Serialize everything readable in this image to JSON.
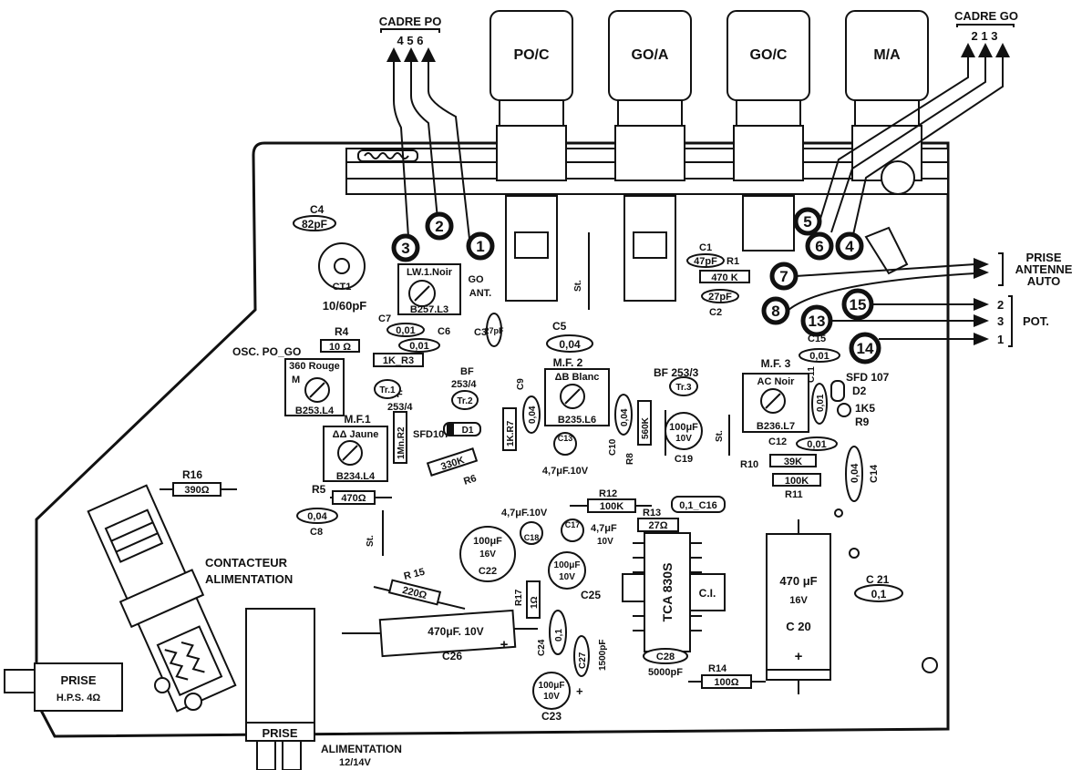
{
  "buttons": [
    {
      "id": "poc",
      "label": "PO/C"
    },
    {
      "id": "goa",
      "label": "GO/A"
    },
    {
      "id": "goc",
      "label": "GO/C"
    },
    {
      "id": "ma",
      "label": "M/A"
    }
  ],
  "cadre_po": {
    "title": "CADRE PO",
    "pins": "4 5 6"
  },
  "cadre_go": {
    "title": "CADRE GO",
    "pins": "2 1 3"
  },
  "pads": [
    "1",
    "2",
    "3",
    "4",
    "5",
    "6",
    "7",
    "8",
    "13",
    "14",
    "15"
  ],
  "prise_antenne": [
    "PRISE",
    "ANTENNE",
    "AUTO"
  ],
  "pot": {
    "label": "POT.",
    "pins": [
      "2",
      "3",
      "1"
    ]
  },
  "labels": {
    "c4": "C4",
    "c4v": "82pF",
    "ct1": "CT1",
    "ct1v": "10/60pF",
    "lw": "LW.1.Noir",
    "b257": "B257.L3",
    "go": "GO",
    "ant": "ANT.",
    "c7": "C7",
    "c7v": "0,01",
    "c6": "C6",
    "c6v": "0,01",
    "c3": "C3",
    "c3v": "27pF",
    "c1": "C1",
    "c1v": "47pF",
    "r1": "R1",
    "r1v": "470 K",
    "c2v": "27pF",
    "c2": "C2",
    "r4": "R4",
    "r4v": "10 Ω",
    "osc": "OSC. PO_GO",
    "r3v": "1K_R3",
    "osc_code": "360 Rouge",
    "osc_m": "M",
    "b253": "B253.L4",
    "c5": "C5",
    "c5v": "0,04",
    "bf1": "BF",
    "bf1b": "253/4",
    "bf2": "BF",
    "bf2b": "253/4",
    "tr1": "Tr.1",
    "tr2": "Tr.2",
    "mf2": "M.F. 2",
    "mf2c": "ΔB Blanc",
    "b235": "B235.L6",
    "bf3": "BF 253/3",
    "tr3": "Tr.3",
    "mf3": "M.F. 3",
    "mf3c": "AC Noir",
    "b236": "B236.L7",
    "c9": "C9",
    "c9v": "0,04",
    "r7v": "1K.R7",
    "c10": "C10",
    "c10v": "0,04",
    "r8": "R8",
    "r8v": "560K",
    "c19v": "100μF",
    "c19v2": "10V",
    "c19": "C19",
    "c13": "C13",
    "c13v": "4,7μF.10V",
    "sfd1": "SFD107",
    "d1": "D1",
    "r6v": "330K",
    "r6": "R6",
    "mf1": "M.F.1",
    "mf1c": "ΔΔ Jaune",
    "b234": "B234.L4",
    "r2": "1Mn.R2",
    "c15": "C15",
    "c15v": "0,01",
    "c11": "C11",
    "c11v": "0,01",
    "sfd2": "SFD 107",
    "d2": "D2",
    "r9v": "1K5",
    "r9": "R9",
    "c12": "C12",
    "c12v": "0,01",
    "r10": "R10",
    "r10v": "39K",
    "r11v": "100K",
    "r11": "R11",
    "c14": "C14",
    "c14v": "0,04",
    "r16": "R16",
    "r16v": "390Ω",
    "r5": "R5",
    "r5v": "470Ω",
    "c8v": "0,04",
    "c8": "C8",
    "r12": "R12",
    "r12v": "100K",
    "r13": "R13",
    "r13v": "27Ω",
    "c16": "0,1_C16",
    "c18v": "4,7μF.10V",
    "c18": "C18",
    "c17": "C17",
    "c17v": "4,7μF",
    "c17v2": "10V",
    "c22v": "100μF",
    "c22v2": "16V",
    "c22": "C22",
    "c25v": "100μF",
    "c25v2": "10V",
    "c25": "C25",
    "r17": "R17",
    "r17v": "1Ω",
    "ic": "TCA 830S",
    "ci": "C.I.",
    "c20v": "470 μF",
    "c20v2": "16V",
    "c20": "C 20",
    "c21": "C 21",
    "c21v": "0,1",
    "r15": "R 15",
    "r15v": "220Ω",
    "c26v": "470μF. 10V",
    "c26": "C26",
    "c24": "C24",
    "c24v": "0,1",
    "c27": "C27",
    "c27v": "1500pF",
    "c28": "C28",
    "c28v": "5000pF",
    "r14": "R14",
    "r14v": "100Ω",
    "c23v": "100μF",
    "c23v2": "10V",
    "c23": "C23",
    "contacteur": "CONTACTEUR",
    "alimentation": "ALIMENTATION",
    "prise_hps": "PRISE",
    "prise_hps2": "H.P.S. 4Ω",
    "prise_alim": "PRISE",
    "alim": "ALIMENTATION",
    "alim_v": "12/14V",
    "st1": "St.",
    "st2": "St.",
    "st3": "St."
  }
}
